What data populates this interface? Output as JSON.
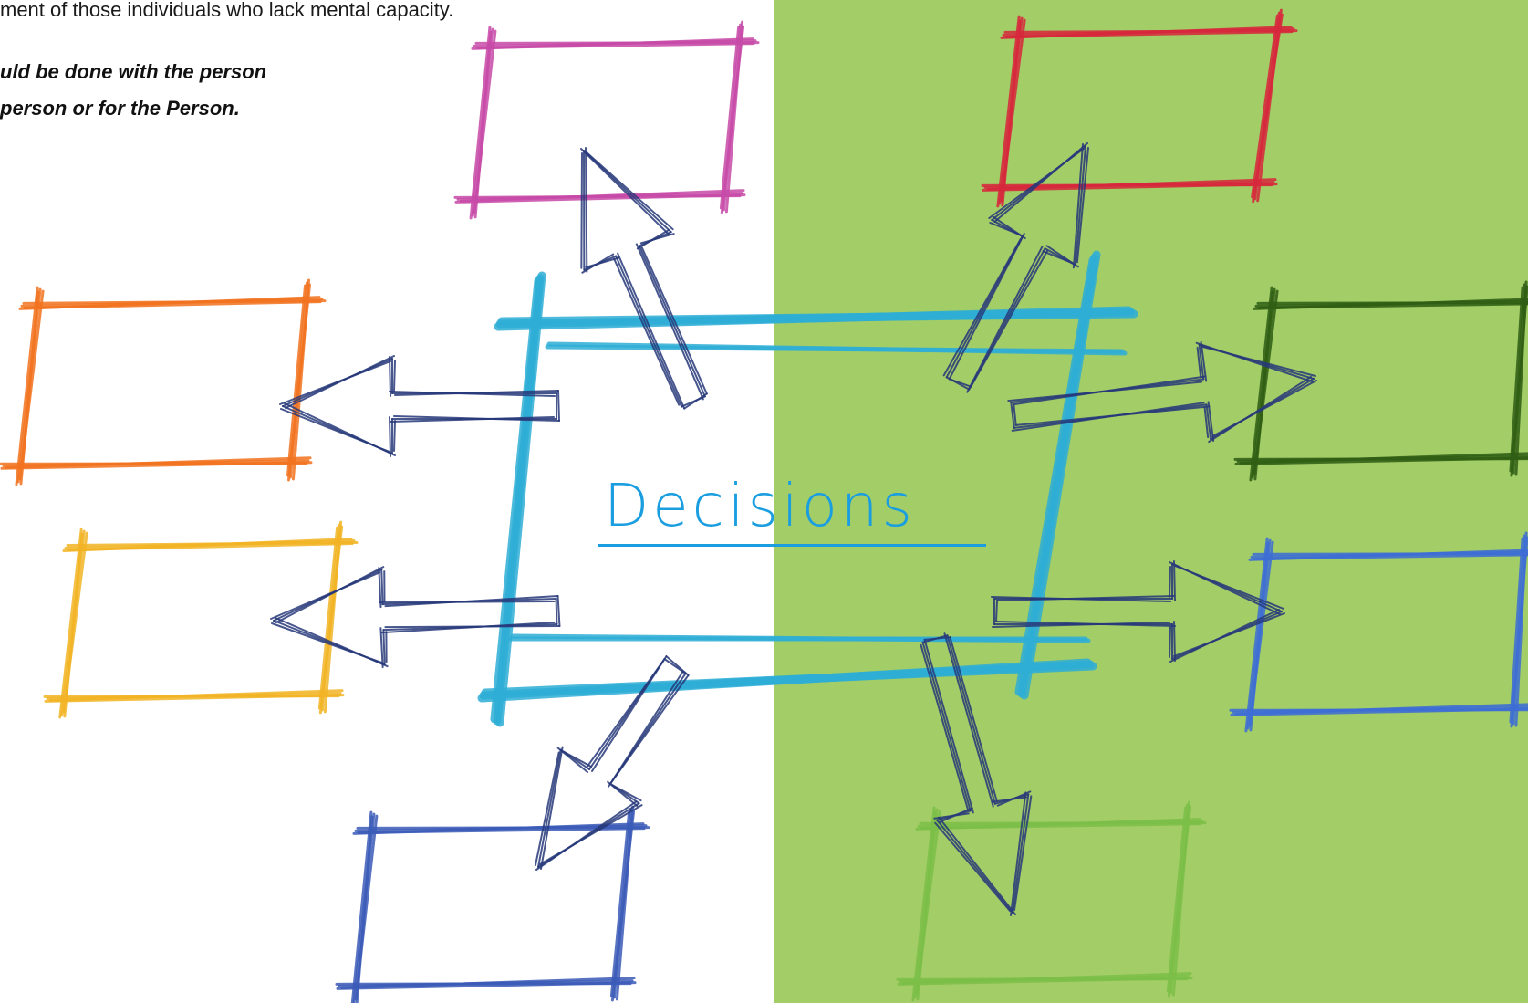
{
  "intro": {
    "text_line": "ment of those individuals who lack mental capacity.",
    "note_line_1": "uld be done with the person",
    "note_line_2": "person or for the Person."
  },
  "center": {
    "label": "Decisions"
  },
  "colors": {
    "green_panel": "#a2cd67",
    "center_block": "#2eaed6",
    "arrow_ink": "#27397a",
    "label": "#1a9ee0",
    "box_top": "#c74aa8",
    "box_top_right": "#d8273c",
    "box_left_upper": "#f2731f",
    "box_left_lower": "#f2b424",
    "box_right_upper": "#2f5e14",
    "box_right_lower": "#3d6dd6",
    "box_bottom_left": "#3b5bb8",
    "box_bottom_right": "#7cbf48"
  },
  "boxes": [
    {
      "id": "top",
      "color_key": "box_top"
    },
    {
      "id": "top-right",
      "color_key": "box_top_right"
    },
    {
      "id": "left-upper",
      "color_key": "box_left_upper"
    },
    {
      "id": "left-lower",
      "color_key": "box_left_lower"
    },
    {
      "id": "right-upper",
      "color_key": "box_right_upper"
    },
    {
      "id": "right-lower",
      "color_key": "box_right_lower"
    },
    {
      "id": "bottom-left",
      "color_key": "box_bottom_left"
    },
    {
      "id": "bottom-right",
      "color_key": "box_bottom_right"
    }
  ]
}
